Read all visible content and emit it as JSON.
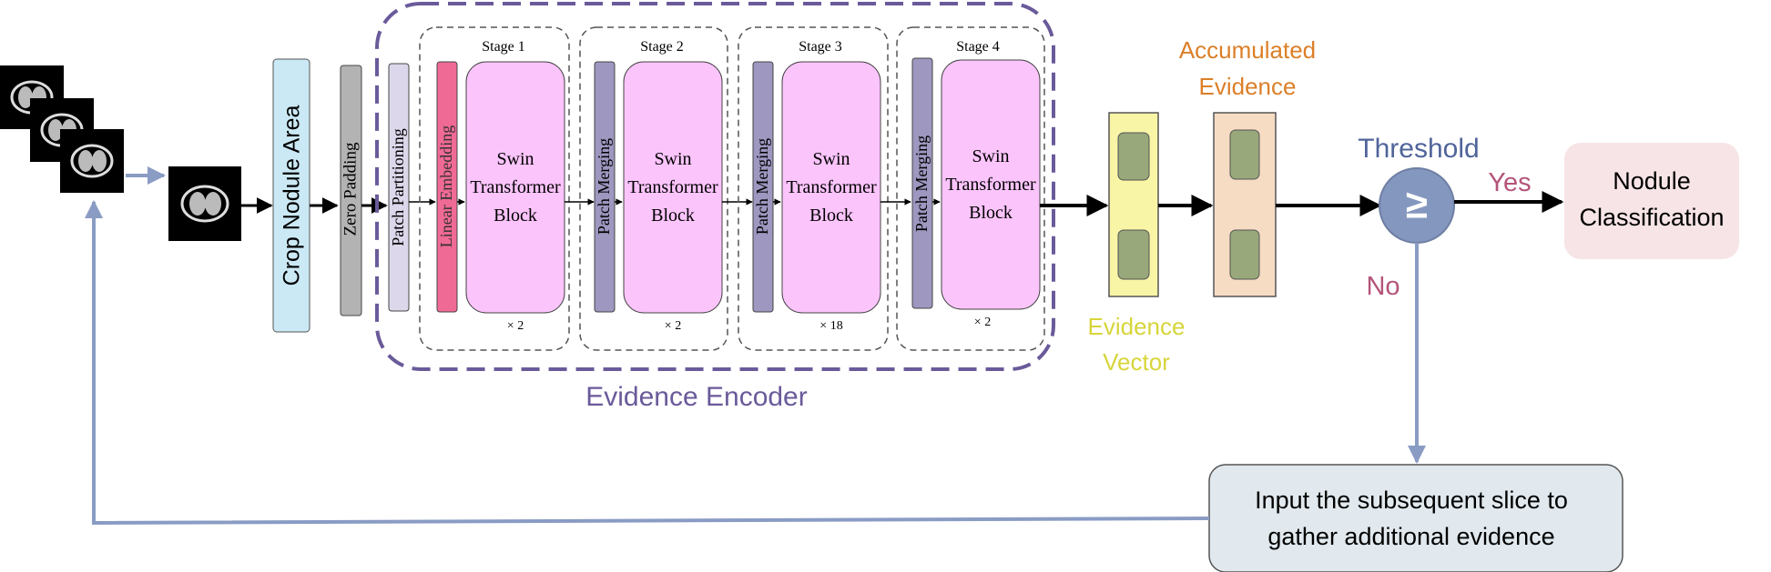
{
  "crop_label": "Crop Nodule Area",
  "zero_padding_label": "Zero Padding",
  "patch_partitioning_label": "Patch Partitioning",
  "linear_embedding_label": "Linear Embedding",
  "stages": [
    {
      "title": "Stage 1",
      "block_lines": [
        "Swin",
        "Transformer",
        "Block"
      ],
      "multiplier": "× 2"
    },
    {
      "title": "Stage 2",
      "merge_label": "Patch Merging",
      "block_lines": [
        "Swin",
        "Transformer",
        "Block"
      ],
      "multiplier": "× 2"
    },
    {
      "title": "Stage 3",
      "merge_label": "Patch Merging",
      "block_lines": [
        "Swin",
        "Transformer",
        "Block"
      ],
      "multiplier": "× 18"
    },
    {
      "title": "Stage 4",
      "merge_label": "Patch Merging",
      "block_lines": [
        "Swin",
        "Transformer",
        "Block"
      ],
      "multiplier": "× 2"
    }
  ],
  "encoder_label": "Evidence Encoder",
  "evidence_vector_label": [
    "Evidence",
    "Vector"
  ],
  "accumulated_evidence_label": [
    "Accumulated",
    "Evidence"
  ],
  "threshold_label": "Threshold",
  "threshold_symbol": "≥",
  "yes_label": "Yes",
  "no_label": "No",
  "output_label": [
    "Nodule",
    "Classification"
  ],
  "feedback_label": [
    "Input the subsequent slice to",
    "gather additional evidence"
  ],
  "colors": {
    "crop_box": "#cbe9f5",
    "gray_box": "#b3b3b3",
    "partition_box": "#dcd7ea",
    "embedding_box": "#f06a96",
    "merge_box": "#9e97c0",
    "swin_block": "#fbc4fb",
    "encoder_border": "#6a5a9a",
    "evidence_vector": "#f9f5a6",
    "accumulated": "#f7dcc4",
    "green_cell": "#98a87a",
    "threshold_circle": "#8497bf",
    "output_box": "#f7e4e6",
    "feedback_box": "#e1e9ee",
    "feedback_arrow": "#8a9cc4",
    "threshold_text": "#50649a",
    "yes_no_text": "#b4547a",
    "accumulated_text": "#dc7f28",
    "evidence_vector_text": "#d7d53a",
    "encoder_text": "#6a5a9a"
  }
}
